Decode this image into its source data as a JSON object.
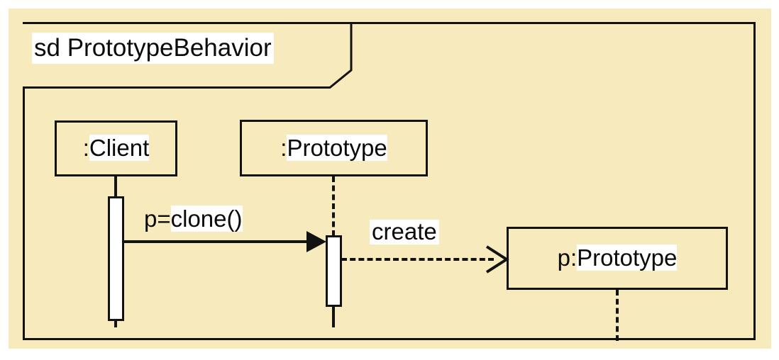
{
  "diagram": {
    "kind": "uml-sequence-diagram",
    "frame_label": "sd PrototypeBehavior",
    "background_color": "#f7eabd",
    "line_color": "#121212",
    "highlight_color": "#ffffff"
  },
  "lifelines": [
    {
      "id": "client",
      "label": ":Client",
      "label_prefix": ":",
      "label_name": "Client",
      "line_style": "solid",
      "has_activation": true
    },
    {
      "id": "prototype",
      "label": ":Prototype",
      "label_prefix": ":",
      "label_name": "Prototype",
      "line_style": "dashed-above-solid-below",
      "has_activation": true
    },
    {
      "id": "p_prototype",
      "label": "p:Prototype",
      "label_prefix": "p:",
      "label_name": "Prototype",
      "line_style": "dashed",
      "has_activation": false,
      "created_by_message": "create"
    }
  ],
  "messages": [
    {
      "id": "clone",
      "label": "p=clone()",
      "from": "client",
      "to": "prototype",
      "line_style": "solid",
      "arrowhead": "filled-triangle",
      "kind": "synchronous-call"
    },
    {
      "id": "create",
      "label": "create",
      "from": "prototype",
      "to": "p_prototype",
      "line_style": "dashed",
      "arrowhead": "open-line",
      "kind": "create-message"
    }
  ]
}
